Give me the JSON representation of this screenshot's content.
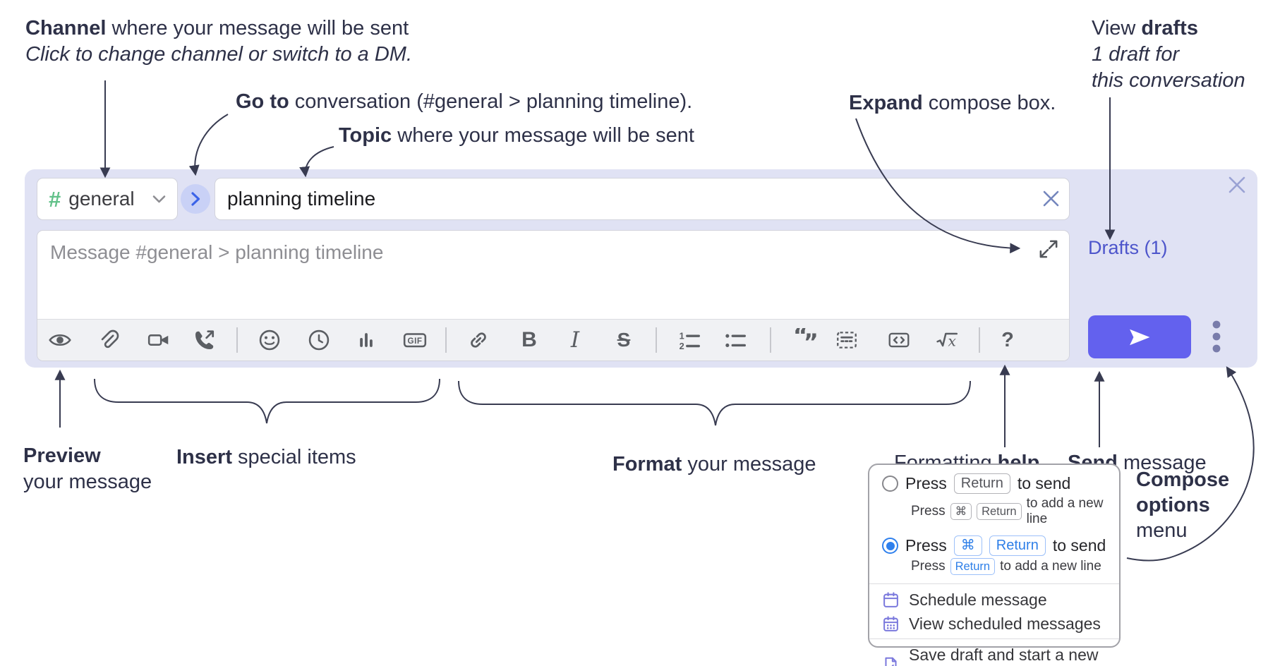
{
  "annotations": {
    "channel": {
      "line1_bold": "Channel",
      "line1_rest": " where your message will be sent",
      "line2": "Click to change channel or switch to a DM."
    },
    "goto": {
      "bold": "Go to",
      "rest": " conversation (#general > planning timeline)."
    },
    "topic": {
      "bold": "Topic",
      "rest": " where your message will be sent"
    },
    "expand": {
      "bold": "Expand",
      "rest": " compose box."
    },
    "view_drafts": {
      "line1_pre": "View ",
      "line1_bold": "drafts",
      "line2": "1 draft for",
      "line3": "this conversation"
    },
    "preview": {
      "line1_bold": "Preview",
      "line2": "your message"
    },
    "insert": {
      "bold": "Insert",
      "rest": " special items"
    },
    "format": {
      "bold": "Format",
      "rest": " your message"
    },
    "formatting_help": {
      "pre": "Formatting ",
      "bold": "help"
    },
    "send": {
      "bold": "Send",
      "rest": " message"
    },
    "compose_options": {
      "line1": "Compose",
      "line2": "options",
      "line3": "menu"
    }
  },
  "compose": {
    "channel": {
      "hash": "#",
      "name": "general"
    },
    "topic": {
      "value": "planning timeline"
    },
    "message": {
      "placeholder": "Message #general > planning timeline"
    },
    "drafts_link": "Drafts (1)",
    "toolbar": {
      "icons": [
        "preview-eye",
        "attach-paperclip",
        "start-video-call",
        "start-voice-call",
        "emoji",
        "add-global-time",
        "add-poll",
        "add-gif",
        "link",
        "bold",
        "italic",
        "strikethrough",
        "numbered-list",
        "bulleted-list",
        "quote",
        "spoiler",
        "code",
        "math",
        "message-formatting-help"
      ],
      "gif_label": "GIF",
      "bold_label": "B",
      "italic_label": "I",
      "strike_label": "S",
      "numlist_1": "1",
      "numlist_2": "2",
      "quote_open": "“",
      "quote_close": "”",
      "sqrt_x": "x",
      "help_label": "?"
    }
  },
  "popup": {
    "option1": {
      "pre": "Press",
      "key_return": "Return",
      "post": "to send"
    },
    "option1_sub": {
      "pre": "Press",
      "key_cmd": "⌘",
      "key_return": "Return",
      "post": "to add a new line"
    },
    "option2": {
      "pre": "Press",
      "key_cmd": "⌘",
      "key_return": "Return",
      "post": "to send"
    },
    "option2_sub": {
      "pre": "Press",
      "key_return": "Return",
      "post": "to add a new line"
    },
    "items": [
      {
        "label": "Schedule message",
        "icon": "calendar-icon"
      },
      {
        "label": "View scheduled messages",
        "icon": "calendar-grid-icon"
      },
      {
        "label": "Save draft and start a new message",
        "icon": "save-draft-icon"
      }
    ]
  },
  "colors": {
    "compose_bg": "#e0e2f4",
    "annotation_text": "#2e3148",
    "send_button": "#6361ee",
    "drafts_link": "#4d55cb",
    "channel_hash_green": "#62c189",
    "goto_circle_bg": "#c9d1f6",
    "goto_chevron_blue": "#3b63e8",
    "selected_radio_blue": "#2f80ed",
    "popup_icon_purple": "#7b79dd",
    "toolbar_icon_gray": "#5b5e63",
    "placeholder_gray": "#8e8e93"
  }
}
